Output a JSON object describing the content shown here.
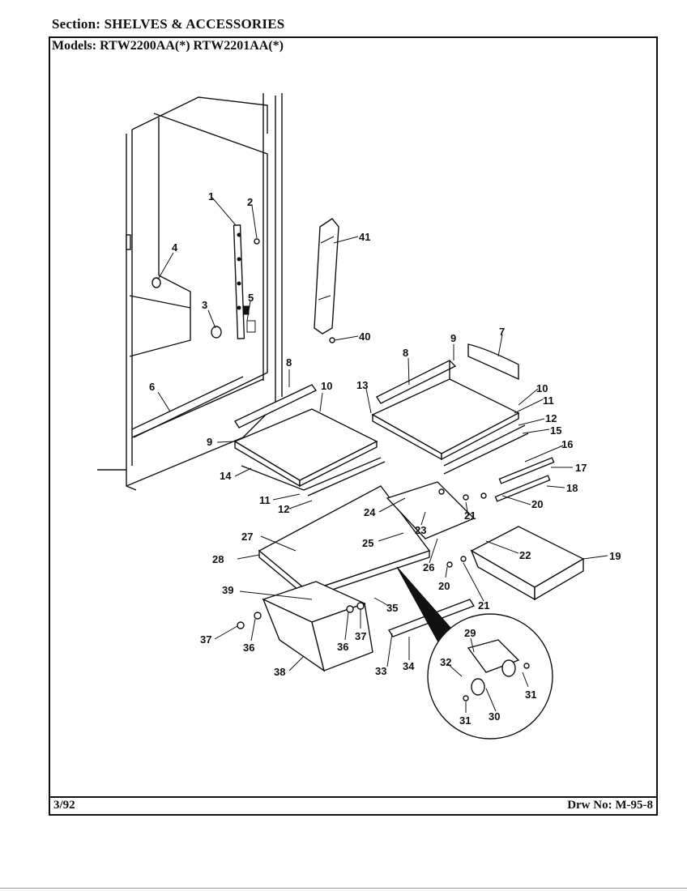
{
  "header": {
    "section_label": "Section:",
    "section_value": "SHELVES & ACCESSORIES",
    "models_label": "Models:",
    "models_value": "RTW2200AA(*)  RTW2201AA(*)"
  },
  "footer": {
    "date": "3/92",
    "drawing_number": "Drw No: M-95-8"
  },
  "callouts": [
    "1",
    "2",
    "3",
    "4",
    "5",
    "6",
    "8",
    "9",
    "10",
    "14",
    "11",
    "12",
    "41",
    "40",
    "8",
    "9",
    "7",
    "13",
    "10",
    "11",
    "12",
    "15",
    "16",
    "17",
    "18",
    "20",
    "21",
    "24",
    "23",
    "22",
    "27",
    "25",
    "28",
    "26",
    "19",
    "20",
    "21",
    "39",
    "35",
    "37",
    "36",
    "36",
    "37",
    "38",
    "33",
    "34",
    "29",
    "32",
    "31",
    "30",
    "31"
  ]
}
